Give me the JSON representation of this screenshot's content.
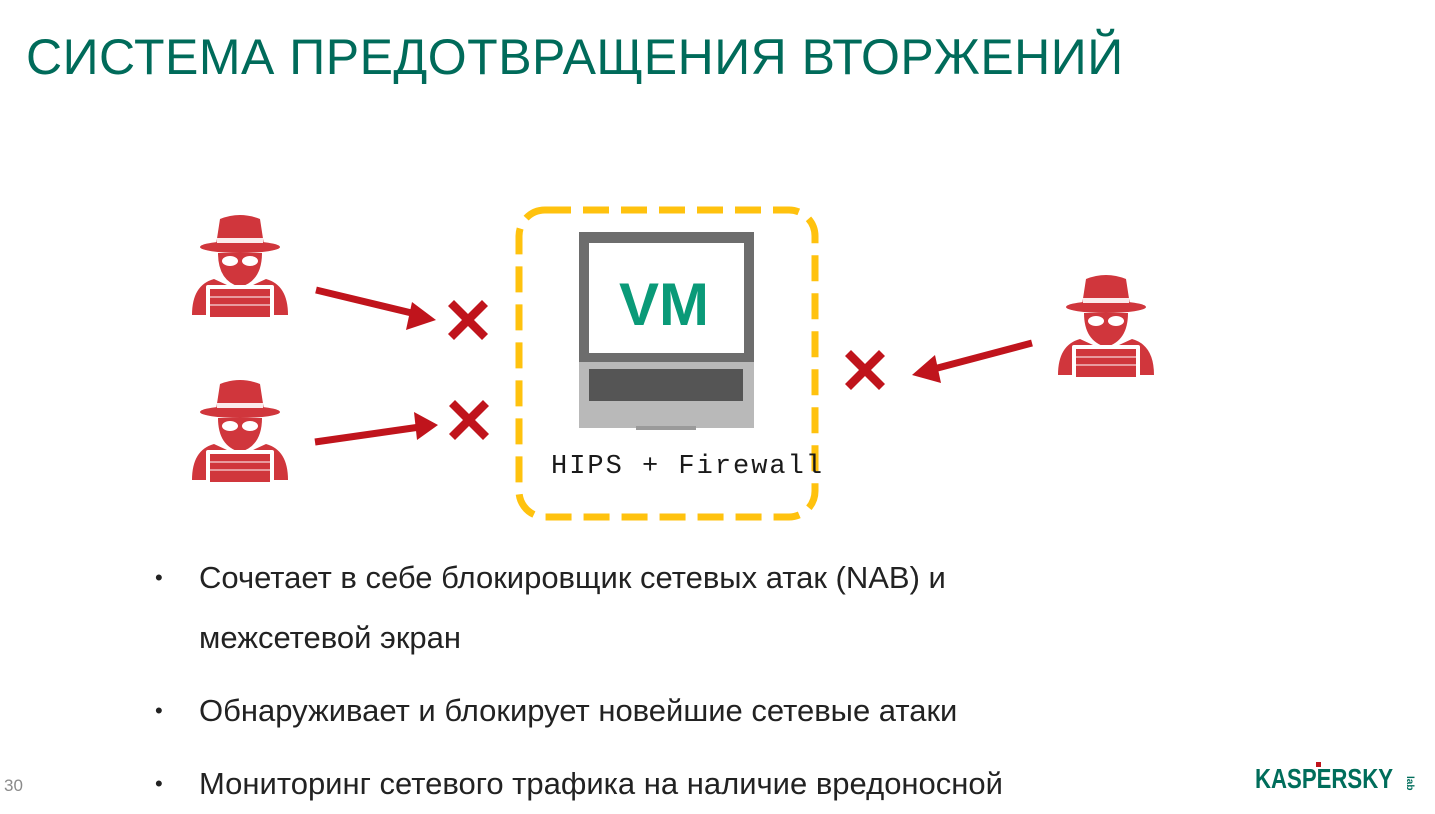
{
  "slide": {
    "title": "СИСТЕМА ПРЕДОТВРАЩЕНИЯ ВТОРЖЕНИЙ",
    "page_number": "30"
  },
  "diagram": {
    "vm_label": "VM",
    "protection_label": "HIPS + Firewall",
    "colors": {
      "attacker_red": "#d0363c",
      "arrow_red": "#c0141c",
      "box_yellow": "#ffc20e",
      "vm_text_green": "#0a9a78",
      "laptop_frame": "#6d6d6d",
      "laptop_base": "#b9b9b9"
    },
    "icons": [
      "hacker-icon",
      "hacker-icon",
      "hacker-icon",
      "blocked-x-icon",
      "blocked-x-icon",
      "blocked-x-icon",
      "laptop-icon"
    ]
  },
  "bullets": {
    "b1_line1": "Сочетает в себе блокировщик сетевых атак (NAB) и",
    "b1_line2": "межсетевой экран",
    "b2": "Обнаруживает и блокирует новейшие сетевые атаки",
    "b3": "Мониторинг сетевого трафика на наличие вредоносной"
  },
  "logo": {
    "name": "KASPERSKY",
    "suffix": "lab"
  }
}
